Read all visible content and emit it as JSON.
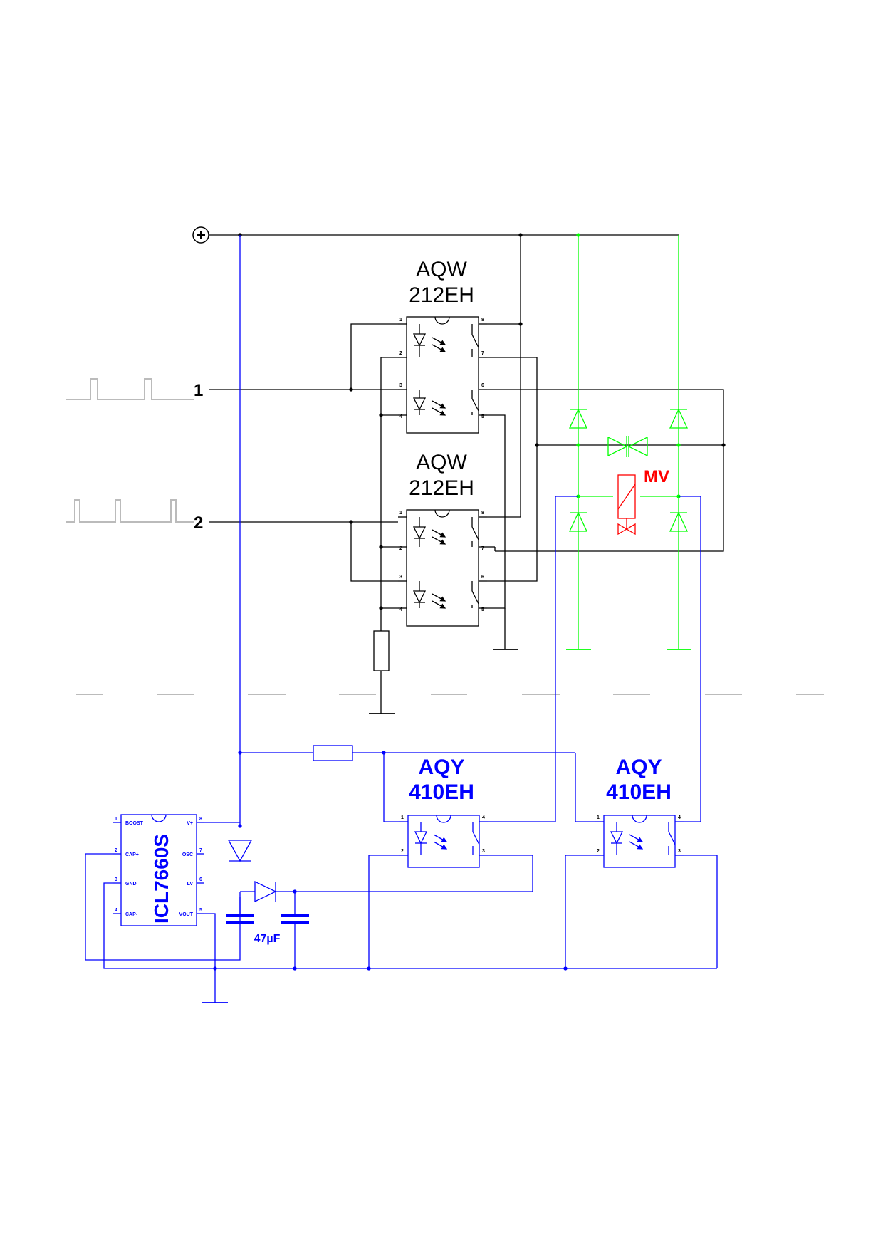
{
  "colors": {
    "black": "#000000",
    "blue": "#0000ff",
    "green": "#00ff00",
    "red": "#ff0000",
    "gray": "#bbbbbb"
  },
  "supply": {
    "plus_symbol": "+"
  },
  "inputs": {
    "in1": "1",
    "in2": "2"
  },
  "relay_top": {
    "line1": "AQW",
    "line2": "212EH"
  },
  "relay_mid": {
    "line1": "AQW",
    "line2": "212EH"
  },
  "relay_aqy1": {
    "line1": "AQY",
    "line2": "410EH"
  },
  "relay_aqy2": {
    "line1": "AQY",
    "line2": "410EH"
  },
  "valve": {
    "label": "MV"
  },
  "capacitor": {
    "label": "47µF"
  },
  "converter": {
    "name": "ICL7660S",
    "pins_left": [
      "BOOST",
      "CAP+",
      "GND",
      "CAP-"
    ],
    "pins_right": [
      "V+",
      "OSC",
      "LV",
      "VOUT"
    ],
    "num_left": [
      "1",
      "2",
      "3",
      "4"
    ],
    "num_right": [
      "8",
      "7",
      "6",
      "5"
    ]
  },
  "aqw_pins": {
    "left": [
      "1",
      "2",
      "3",
      "4"
    ],
    "right": [
      "8",
      "7",
      "6",
      "5"
    ]
  },
  "aqy_pins": {
    "left": [
      "1",
      "2"
    ],
    "right": [
      "4",
      "3"
    ]
  }
}
